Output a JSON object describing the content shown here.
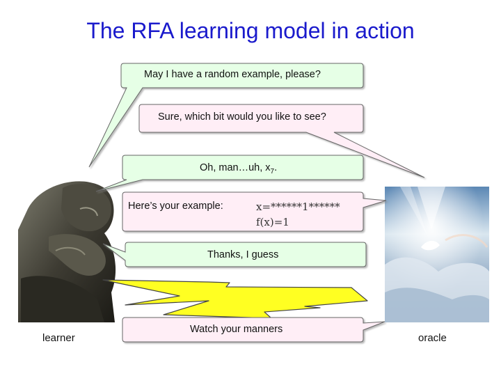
{
  "title": "The RFA learning model in action",
  "dialogue": {
    "learner_request": "May I have a random example, please?",
    "oracle_reply": "Sure, which bit would you like to see?",
    "learner_choice": "Oh, man…uh, x",
    "learner_choice_subscript": "7",
    "learner_choice_end": ".",
    "oracle_example_label": "Here’s your example:",
    "example_x": "x=******1******",
    "example_fx": "f(x)=1",
    "learner_thanks": "Thanks, I guess",
    "oracle_warning": "Watch your manners"
  },
  "captions": {
    "learner": "learner",
    "oracle": "oracle"
  },
  "colors": {
    "title": "#1a1acc",
    "learner_bubble": "#e6ffe6",
    "oracle_bubble": "#ffeef6",
    "lightning": "#ffff22"
  }
}
